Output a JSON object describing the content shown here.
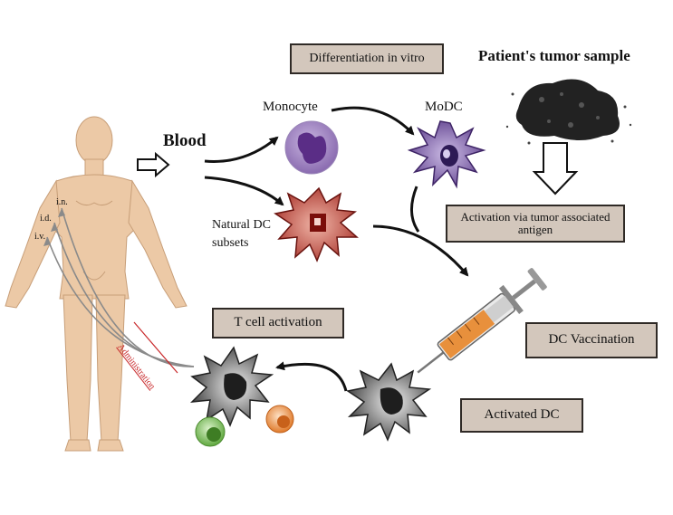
{
  "labels": {
    "differentiation": "Differentiation in vitro",
    "patient_sample": "Patient's tumor sample",
    "monocyte": "Monocyte",
    "modc": "MoDC",
    "blood": "Blood",
    "natural_dc_line1": "Natural DC",
    "natural_dc_line2": "subsets",
    "activation_tumor": "Activation via tumor associated antigen",
    "t_cell_activation": "T cell activation",
    "dc_vaccination": "DC Vaccination",
    "activated_dc": "Activated DC",
    "administration": "Administration",
    "route_in": "i.n.",
    "route_id": "i.d.",
    "route_iv": "i.v."
  },
  "colors": {
    "box_fill": "#d3c7bc",
    "box_border": "#2f2a26",
    "skin": "#ecc9a6",
    "monocyte": "#8a6bb0",
    "modc": "#6b4a9a",
    "natural_dc": "#a8322a",
    "activated_dc": "#555555",
    "t_cell_green": "#7cc05a",
    "t_cell_orange": "#f08a3c",
    "administration_text": "#c8282a",
    "syringe_liquid": "#e8903c"
  },
  "icons": [
    "human-body-icon",
    "monocyte-cell-icon",
    "modc-cell-icon",
    "natural-dc-cell-icon",
    "tumor-sample-icon",
    "syringe-icon",
    "activated-dc-cell-icon",
    "t-cell-icon",
    "hollow-arrow-icon"
  ]
}
